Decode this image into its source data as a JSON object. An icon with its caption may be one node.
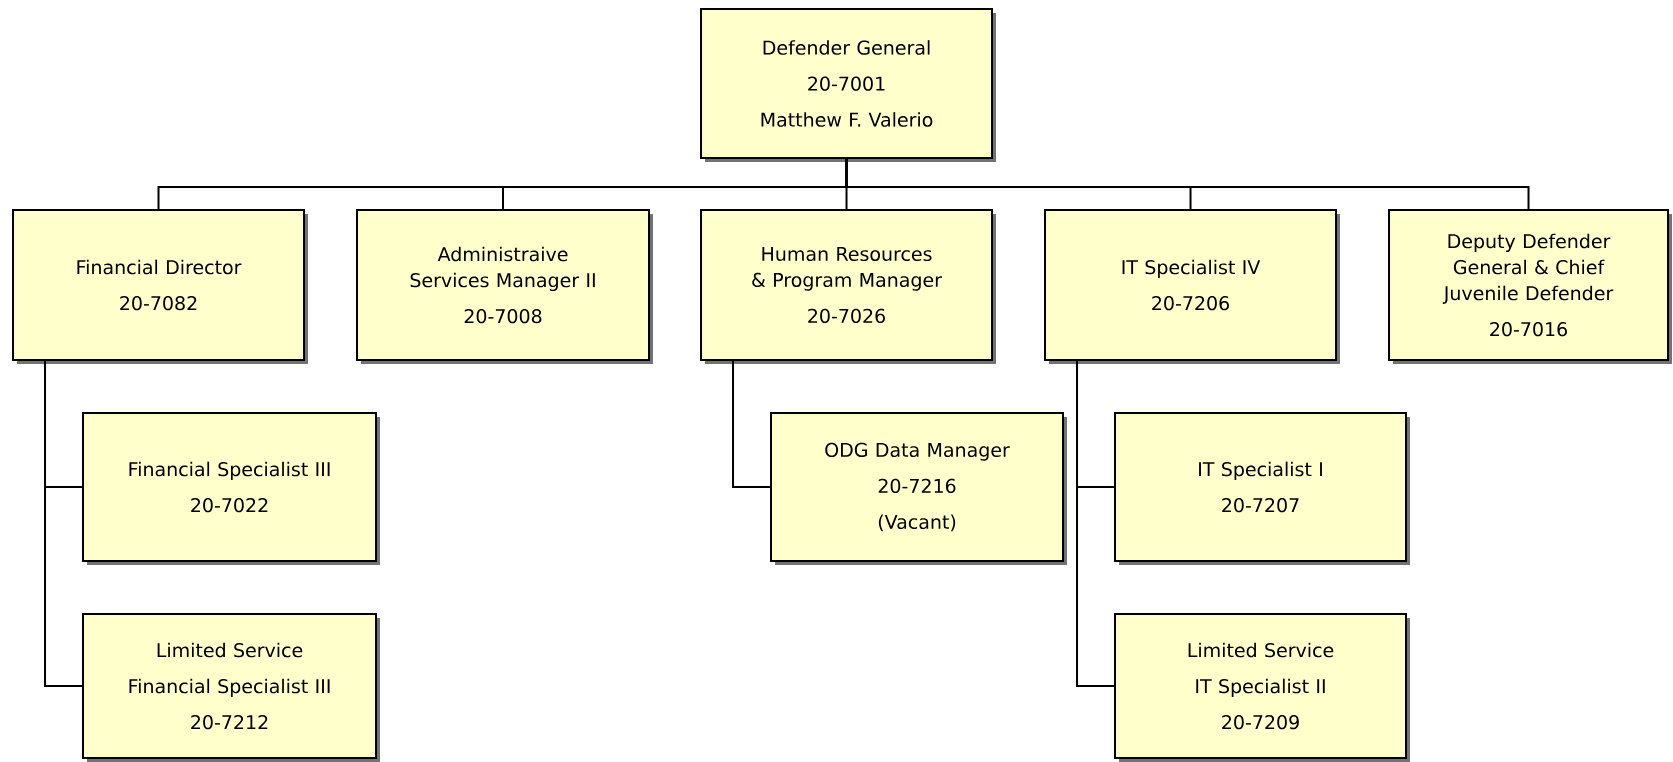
{
  "diagram": {
    "nodes": [
      {
        "text": [
          "Defender General",
          "20-7001",
          "Matthew F. Valerio"
        ]
      },
      {
        "text": [
          "Financial Director",
          "20-7082"
        ]
      },
      {
        "text": [
          "Administraive Services Manager II",
          "20-7008"
        ]
      },
      {
        "text": [
          "Human Resources & Program Manager",
          "20-7026"
        ]
      },
      {
        "text": [
          "IT Specialist IV",
          "20-7206"
        ]
      },
      {
        "text": [
          "Deputy Defender General & Chief Juvenile Defender",
          "20-7016"
        ]
      },
      {
        "text": [
          "Financial Specialist III",
          "20-7022"
        ]
      },
      {
        "text": [
          "Limited Service",
          "Financial Specialist III",
          "20-7212"
        ]
      },
      {
        "text": [
          "ODG Data Manager",
          "20-7216",
          "(Vacant)"
        ]
      },
      {
        "text": [
          "IT Specialist I",
          "20-7207"
        ]
      },
      {
        "text": [
          "Limited Service",
          "IT Specialist II",
          "20-7209"
        ]
      }
    ],
    "edges": [
      {
        "from": 0,
        "to": 1,
        "arrow": "none"
      },
      {
        "from": 0,
        "to": 2,
        "arrow": "none"
      },
      {
        "from": 0,
        "to": 3,
        "arrow": "none"
      },
      {
        "from": 0,
        "to": 4,
        "arrow": "none"
      },
      {
        "from": 0,
        "to": 5,
        "arrow": "none"
      },
      {
        "from": 1,
        "to": 6,
        "arrow": "none"
      },
      {
        "from": 1,
        "to": 7,
        "arrow": "none"
      },
      {
        "from": 3,
        "to": 8,
        "arrow": "none"
      },
      {
        "from": 4,
        "to": 9,
        "arrow": "none"
      },
      {
        "from": 4,
        "to": 10,
        "arrow": "none"
      }
    ]
  }
}
